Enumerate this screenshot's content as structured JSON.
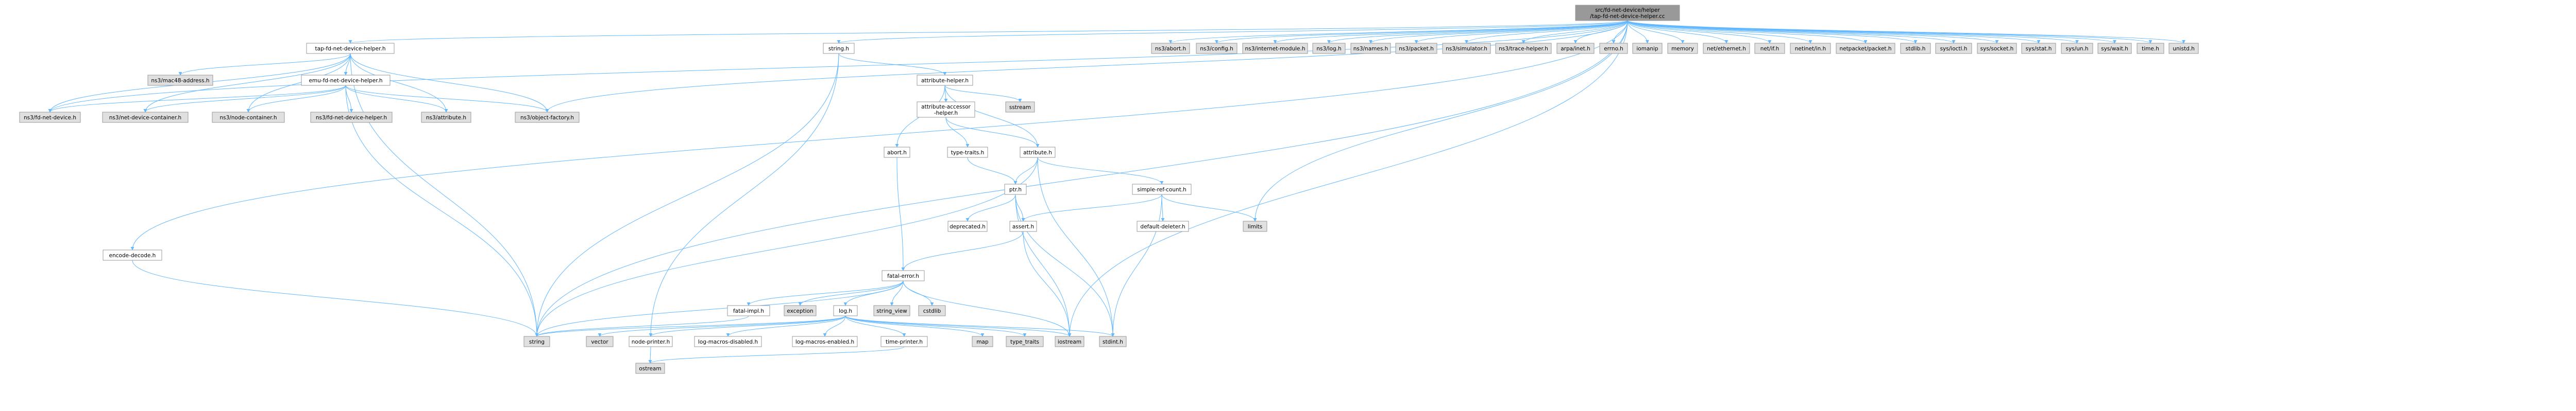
{
  "colors": {
    "edge": "#63b8ff",
    "node_border": "#999999",
    "root_fill": "#999999",
    "doc_fill": "#ffffff",
    "ext_fill": "#e0e0e0",
    "text": "#000000"
  },
  "nodes": [
    {
      "id": "root",
      "lines": [
        "src/fd-net-device/helper",
        "/tap-fd-net-device-helper.cc"
      ],
      "kind": "root"
    },
    {
      "id": "tapfd",
      "lines": [
        "tap-fd-net-device-helper.h"
      ],
      "kind": "doc"
    },
    {
      "id": "string_h",
      "lines": [
        "string.h"
      ],
      "kind": "doc"
    },
    {
      "id": "nsabort",
      "lines": [
        "ns3/abort.h"
      ],
      "kind": "ext"
    },
    {
      "id": "nsconfig",
      "lines": [
        "ns3/config.h"
      ],
      "kind": "ext"
    },
    {
      "id": "nsinternet",
      "lines": [
        "ns3/internet-module.h"
      ],
      "kind": "ext"
    },
    {
      "id": "nslog",
      "lines": [
        "ns3/log.h"
      ],
      "kind": "ext"
    },
    {
      "id": "nsnames",
      "lines": [
        "ns3/names.h"
      ],
      "kind": "ext"
    },
    {
      "id": "nspacket",
      "lines": [
        "ns3/packet.h"
      ],
      "kind": "ext"
    },
    {
      "id": "nssim",
      "lines": [
        "ns3/simulator.h"
      ],
      "kind": "ext"
    },
    {
      "id": "nstrace",
      "lines": [
        "ns3/trace-helper.h"
      ],
      "kind": "ext"
    },
    {
      "id": "arpainet",
      "lines": [
        "arpa/inet.h"
      ],
      "kind": "ext"
    },
    {
      "id": "errno",
      "lines": [
        "errno.h"
      ],
      "kind": "ext"
    },
    {
      "id": "iomanip",
      "lines": [
        "iomanip"
      ],
      "kind": "ext"
    },
    {
      "id": "memory",
      "lines": [
        "memory"
      ],
      "kind": "ext"
    },
    {
      "id": "netether",
      "lines": [
        "net/ethernet.h"
      ],
      "kind": "ext"
    },
    {
      "id": "netif",
      "lines": [
        "net/if.h"
      ],
      "kind": "ext"
    },
    {
      "id": "netinet",
      "lines": [
        "netinet/in.h"
      ],
      "kind": "ext"
    },
    {
      "id": "netpacket",
      "lines": [
        "netpacket/packet.h"
      ],
      "kind": "ext"
    },
    {
      "id": "stdlib",
      "lines": [
        "stdlib.h"
      ],
      "kind": "ext"
    },
    {
      "id": "ioctl",
      "lines": [
        "sys/ioctl.h"
      ],
      "kind": "ext"
    },
    {
      "id": "socket",
      "lines": [
        "sys/socket.h"
      ],
      "kind": "ext"
    },
    {
      "id": "stat",
      "lines": [
        "sys/stat.h"
      ],
      "kind": "ext"
    },
    {
      "id": "un",
      "lines": [
        "sys/un.h"
      ],
      "kind": "ext"
    },
    {
      "id": "wait",
      "lines": [
        "sys/wait.h"
      ],
      "kind": "ext"
    },
    {
      "id": "time",
      "lines": [
        "time.h"
      ],
      "kind": "ext"
    },
    {
      "id": "unistd",
      "lines": [
        "unistd.h"
      ],
      "kind": "ext"
    },
    {
      "id": "mac48",
      "lines": [
        "ns3/mac48-address.h"
      ],
      "kind": "ext"
    },
    {
      "id": "emufd",
      "lines": [
        "emu-fd-net-device-helper.h"
      ],
      "kind": "doc"
    },
    {
      "id": "fdnetdev",
      "lines": [
        "ns3/fd-net-device.h"
      ],
      "kind": "ext"
    },
    {
      "id": "netdevcont",
      "lines": [
        "ns3/net-device-container.h"
      ],
      "kind": "ext"
    },
    {
      "id": "nodecont",
      "lines": [
        "ns3/node-container.h"
      ],
      "kind": "ext"
    },
    {
      "id": "fdhelper",
      "lines": [
        "ns3/fd-net-device-helper.h"
      ],
      "kind": "ext"
    },
    {
      "id": "nsattr",
      "lines": [
        "ns3/attribute.h"
      ],
      "kind": "ext"
    },
    {
      "id": "objfactory",
      "lines": [
        "ns3/object-factory.h"
      ],
      "kind": "ext"
    },
    {
      "id": "attrhelper",
      "lines": [
        "attribute-helper.h"
      ],
      "kind": "doc"
    },
    {
      "id": "attraccess",
      "lines": [
        "attribute-accessor",
        "-helper.h"
      ],
      "kind": "doc"
    },
    {
      "id": "sstream",
      "lines": [
        "sstream"
      ],
      "kind": "ext"
    },
    {
      "id": "abort",
      "lines": [
        "abort.h"
      ],
      "kind": "doc"
    },
    {
      "id": "typetraits_h",
      "lines": [
        "type-traits.h"
      ],
      "kind": "doc"
    },
    {
      "id": "attribute_h",
      "lines": [
        "attribute.h"
      ],
      "kind": "doc"
    },
    {
      "id": "ptr",
      "lines": [
        "ptr.h"
      ],
      "kind": "doc"
    },
    {
      "id": "simplerc",
      "lines": [
        "simple-ref-count.h"
      ],
      "kind": "doc"
    },
    {
      "id": "deprecated",
      "lines": [
        "deprecated.h"
      ],
      "kind": "doc"
    },
    {
      "id": "assert",
      "lines": [
        "assert.h"
      ],
      "kind": "doc"
    },
    {
      "id": "defdel",
      "lines": [
        "default-deleter.h"
      ],
      "kind": "doc"
    },
    {
      "id": "limits",
      "lines": [
        "limits"
      ],
      "kind": "ext"
    },
    {
      "id": "fatalerror",
      "lines": [
        "fatal-error.h"
      ],
      "kind": "doc"
    },
    {
      "id": "encode",
      "lines": [
        "encode-decode.h"
      ],
      "kind": "doc"
    },
    {
      "id": "fatalimpl",
      "lines": [
        "fatal-impl.h"
      ],
      "kind": "doc"
    },
    {
      "id": "exception",
      "lines": [
        "exception"
      ],
      "kind": "ext"
    },
    {
      "id": "logh",
      "lines": [
        "log.h"
      ],
      "kind": "doc"
    },
    {
      "id": "string_view",
      "lines": [
        "string_view"
      ],
      "kind": "ext"
    },
    {
      "id": "cstdlib",
      "lines": [
        "cstdlib"
      ],
      "kind": "ext"
    },
    {
      "id": "string",
      "lines": [
        "string"
      ],
      "kind": "ext"
    },
    {
      "id": "vector",
      "lines": [
        "vector"
      ],
      "kind": "ext"
    },
    {
      "id": "nodeprinter",
      "lines": [
        "node-printer.h"
      ],
      "kind": "doc"
    },
    {
      "id": "logdis",
      "lines": [
        "log-macros-disabled.h"
      ],
      "kind": "doc"
    },
    {
      "id": "logen",
      "lines": [
        "log-macros-enabled.h"
      ],
      "kind": "doc"
    },
    {
      "id": "timeprinter",
      "lines": [
        "time-printer.h"
      ],
      "kind": "doc"
    },
    {
      "id": "map",
      "lines": [
        "map"
      ],
      "kind": "ext"
    },
    {
      "id": "type_traits",
      "lines": [
        "type_traits"
      ],
      "kind": "ext"
    },
    {
      "id": "iostream",
      "lines": [
        "iostream"
      ],
      "kind": "ext"
    },
    {
      "id": "stdint",
      "lines": [
        "stdint.h"
      ],
      "kind": "ext"
    },
    {
      "id": "ostream",
      "lines": [
        "ostream"
      ],
      "kind": "ext"
    }
  ],
  "edges": [
    [
      "root",
      "tapfd"
    ],
    [
      "root",
      "string_h"
    ],
    [
      "root",
      "nsabort"
    ],
    [
      "root",
      "nsconfig"
    ],
    [
      "root",
      "nsinternet"
    ],
    [
      "root",
      "nslog"
    ],
    [
      "root",
      "nsnames"
    ],
    [
      "root",
      "nspacket"
    ],
    [
      "root",
      "nssim"
    ],
    [
      "root",
      "nstrace"
    ],
    [
      "root",
      "arpainet"
    ],
    [
      "root",
      "errno"
    ],
    [
      "root",
      "iomanip"
    ],
    [
      "root",
      "memory"
    ],
    [
      "root",
      "netether"
    ],
    [
      "root",
      "netif"
    ],
    [
      "root",
      "netinet"
    ],
    [
      "root",
      "netpacket"
    ],
    [
      "root",
      "stdlib"
    ],
    [
      "root",
      "ioctl"
    ],
    [
      "root",
      "socket"
    ],
    [
      "root",
      "stat"
    ],
    [
      "root",
      "un"
    ],
    [
      "root",
      "wait"
    ],
    [
      "root",
      "time"
    ],
    [
      "root",
      "unistd"
    ],
    [
      "root",
      "fdnetdev"
    ],
    [
      "root",
      "objfactory"
    ],
    [
      "root",
      "encode"
    ],
    [
      "root",
      "limits"
    ],
    [
      "root",
      "iostream"
    ],
    [
      "root",
      "string"
    ],
    [
      "tapfd",
      "mac48"
    ],
    [
      "tapfd",
      "emufd"
    ],
    [
      "tapfd",
      "fdnetdev"
    ],
    [
      "tapfd",
      "netdevcont"
    ],
    [
      "tapfd",
      "nodecont"
    ],
    [
      "tapfd",
      "nsattr"
    ],
    [
      "tapfd",
      "objfactory"
    ],
    [
      "tapfd",
      "string"
    ],
    [
      "emufd",
      "fdnetdev"
    ],
    [
      "emufd",
      "netdevcont"
    ],
    [
      "emufd",
      "nodecont"
    ],
    [
      "emufd",
      "fdhelper"
    ],
    [
      "emufd",
      "nsattr"
    ],
    [
      "emufd",
      "objfactory"
    ],
    [
      "emufd",
      "string"
    ],
    [
      "string_h",
      "attrhelper"
    ],
    [
      "string_h",
      "string"
    ],
    [
      "string_h",
      "nodeprinter"
    ],
    [
      "attrhelper",
      "attraccess"
    ],
    [
      "attrhelper",
      "sstream"
    ],
    [
      "attrhelper",
      "abort"
    ],
    [
      "attrhelper",
      "attribute_h"
    ],
    [
      "attraccess",
      "typetraits_h"
    ],
    [
      "attraccess",
      "attribute_h"
    ],
    [
      "abort",
      "fatalerror"
    ],
    [
      "typetraits_h",
      "ptr"
    ],
    [
      "attribute_h",
      "ptr"
    ],
    [
      "attribute_h",
      "simplerc"
    ],
    [
      "attribute_h",
      "string"
    ],
    [
      "attribute_h",
      "stdint"
    ],
    [
      "ptr",
      "deprecated"
    ],
    [
      "ptr",
      "assert"
    ],
    [
      "ptr",
      "iostream"
    ],
    [
      "ptr",
      "stdint"
    ],
    [
      "simplerc",
      "assert"
    ],
    [
      "simplerc",
      "defdel"
    ],
    [
      "simplerc",
      "limits"
    ],
    [
      "simplerc",
      "stdint"
    ],
    [
      "assert",
      "fatalerror"
    ],
    [
      "assert",
      "iostream"
    ],
    [
      "fatalerror",
      "fatalimpl"
    ],
    [
      "fatalerror",
      "exception"
    ],
    [
      "fatalerror",
      "logh"
    ],
    [
      "fatalerror",
      "string_view"
    ],
    [
      "fatalerror",
      "cstdlib"
    ],
    [
      "fatalerror",
      "iostream"
    ],
    [
      "fatalerror",
      "string"
    ],
    [
      "encode",
      "string"
    ],
    [
      "fatalimpl",
      "string"
    ],
    [
      "logh",
      "string"
    ],
    [
      "logh",
      "vector"
    ],
    [
      "logh",
      "nodeprinter"
    ],
    [
      "logh",
      "logdis"
    ],
    [
      "logh",
      "logen"
    ],
    [
      "logh",
      "timeprinter"
    ],
    [
      "logh",
      "map"
    ],
    [
      "logh",
      "type_traits"
    ],
    [
      "logh",
      "iostream"
    ],
    [
      "logh",
      "stdint"
    ],
    [
      "nodeprinter",
      "ostream"
    ],
    [
      "timeprinter",
      "ostream"
    ]
  ]
}
